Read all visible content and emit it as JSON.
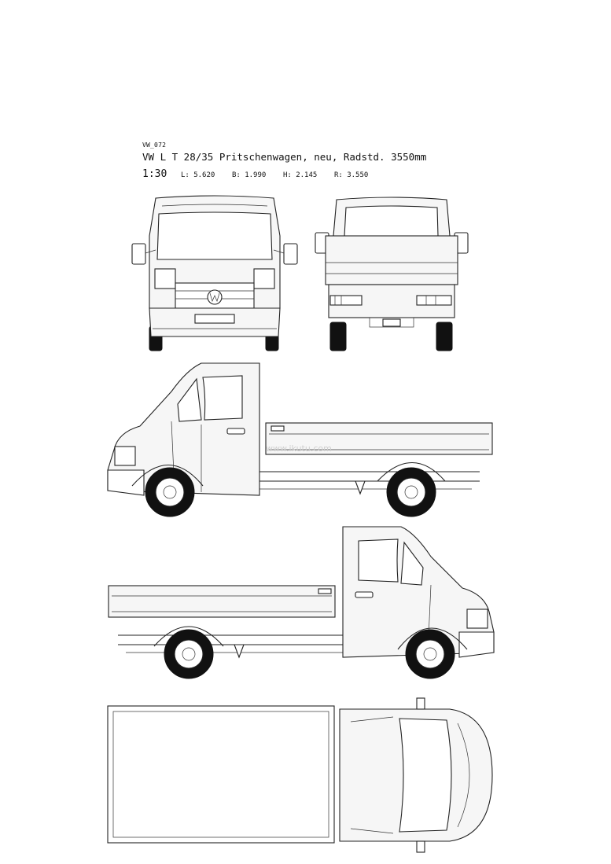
{
  "header": {
    "code": "VW_072",
    "title": "VW L T 28/35 Pritschenwagen, neu, Radstd. 3550mm",
    "scale": "1:30",
    "dims": [
      {
        "label": "L: 5.620"
      },
      {
        "label": "B: 1.990"
      },
      {
        "label": "H: 2.145"
      },
      {
        "label": "R: 3.550"
      }
    ]
  },
  "watermark": "www.ikutu.com",
  "colors": {
    "stroke": "#222222",
    "tire": "#111111",
    "background": "#ffffff"
  }
}
